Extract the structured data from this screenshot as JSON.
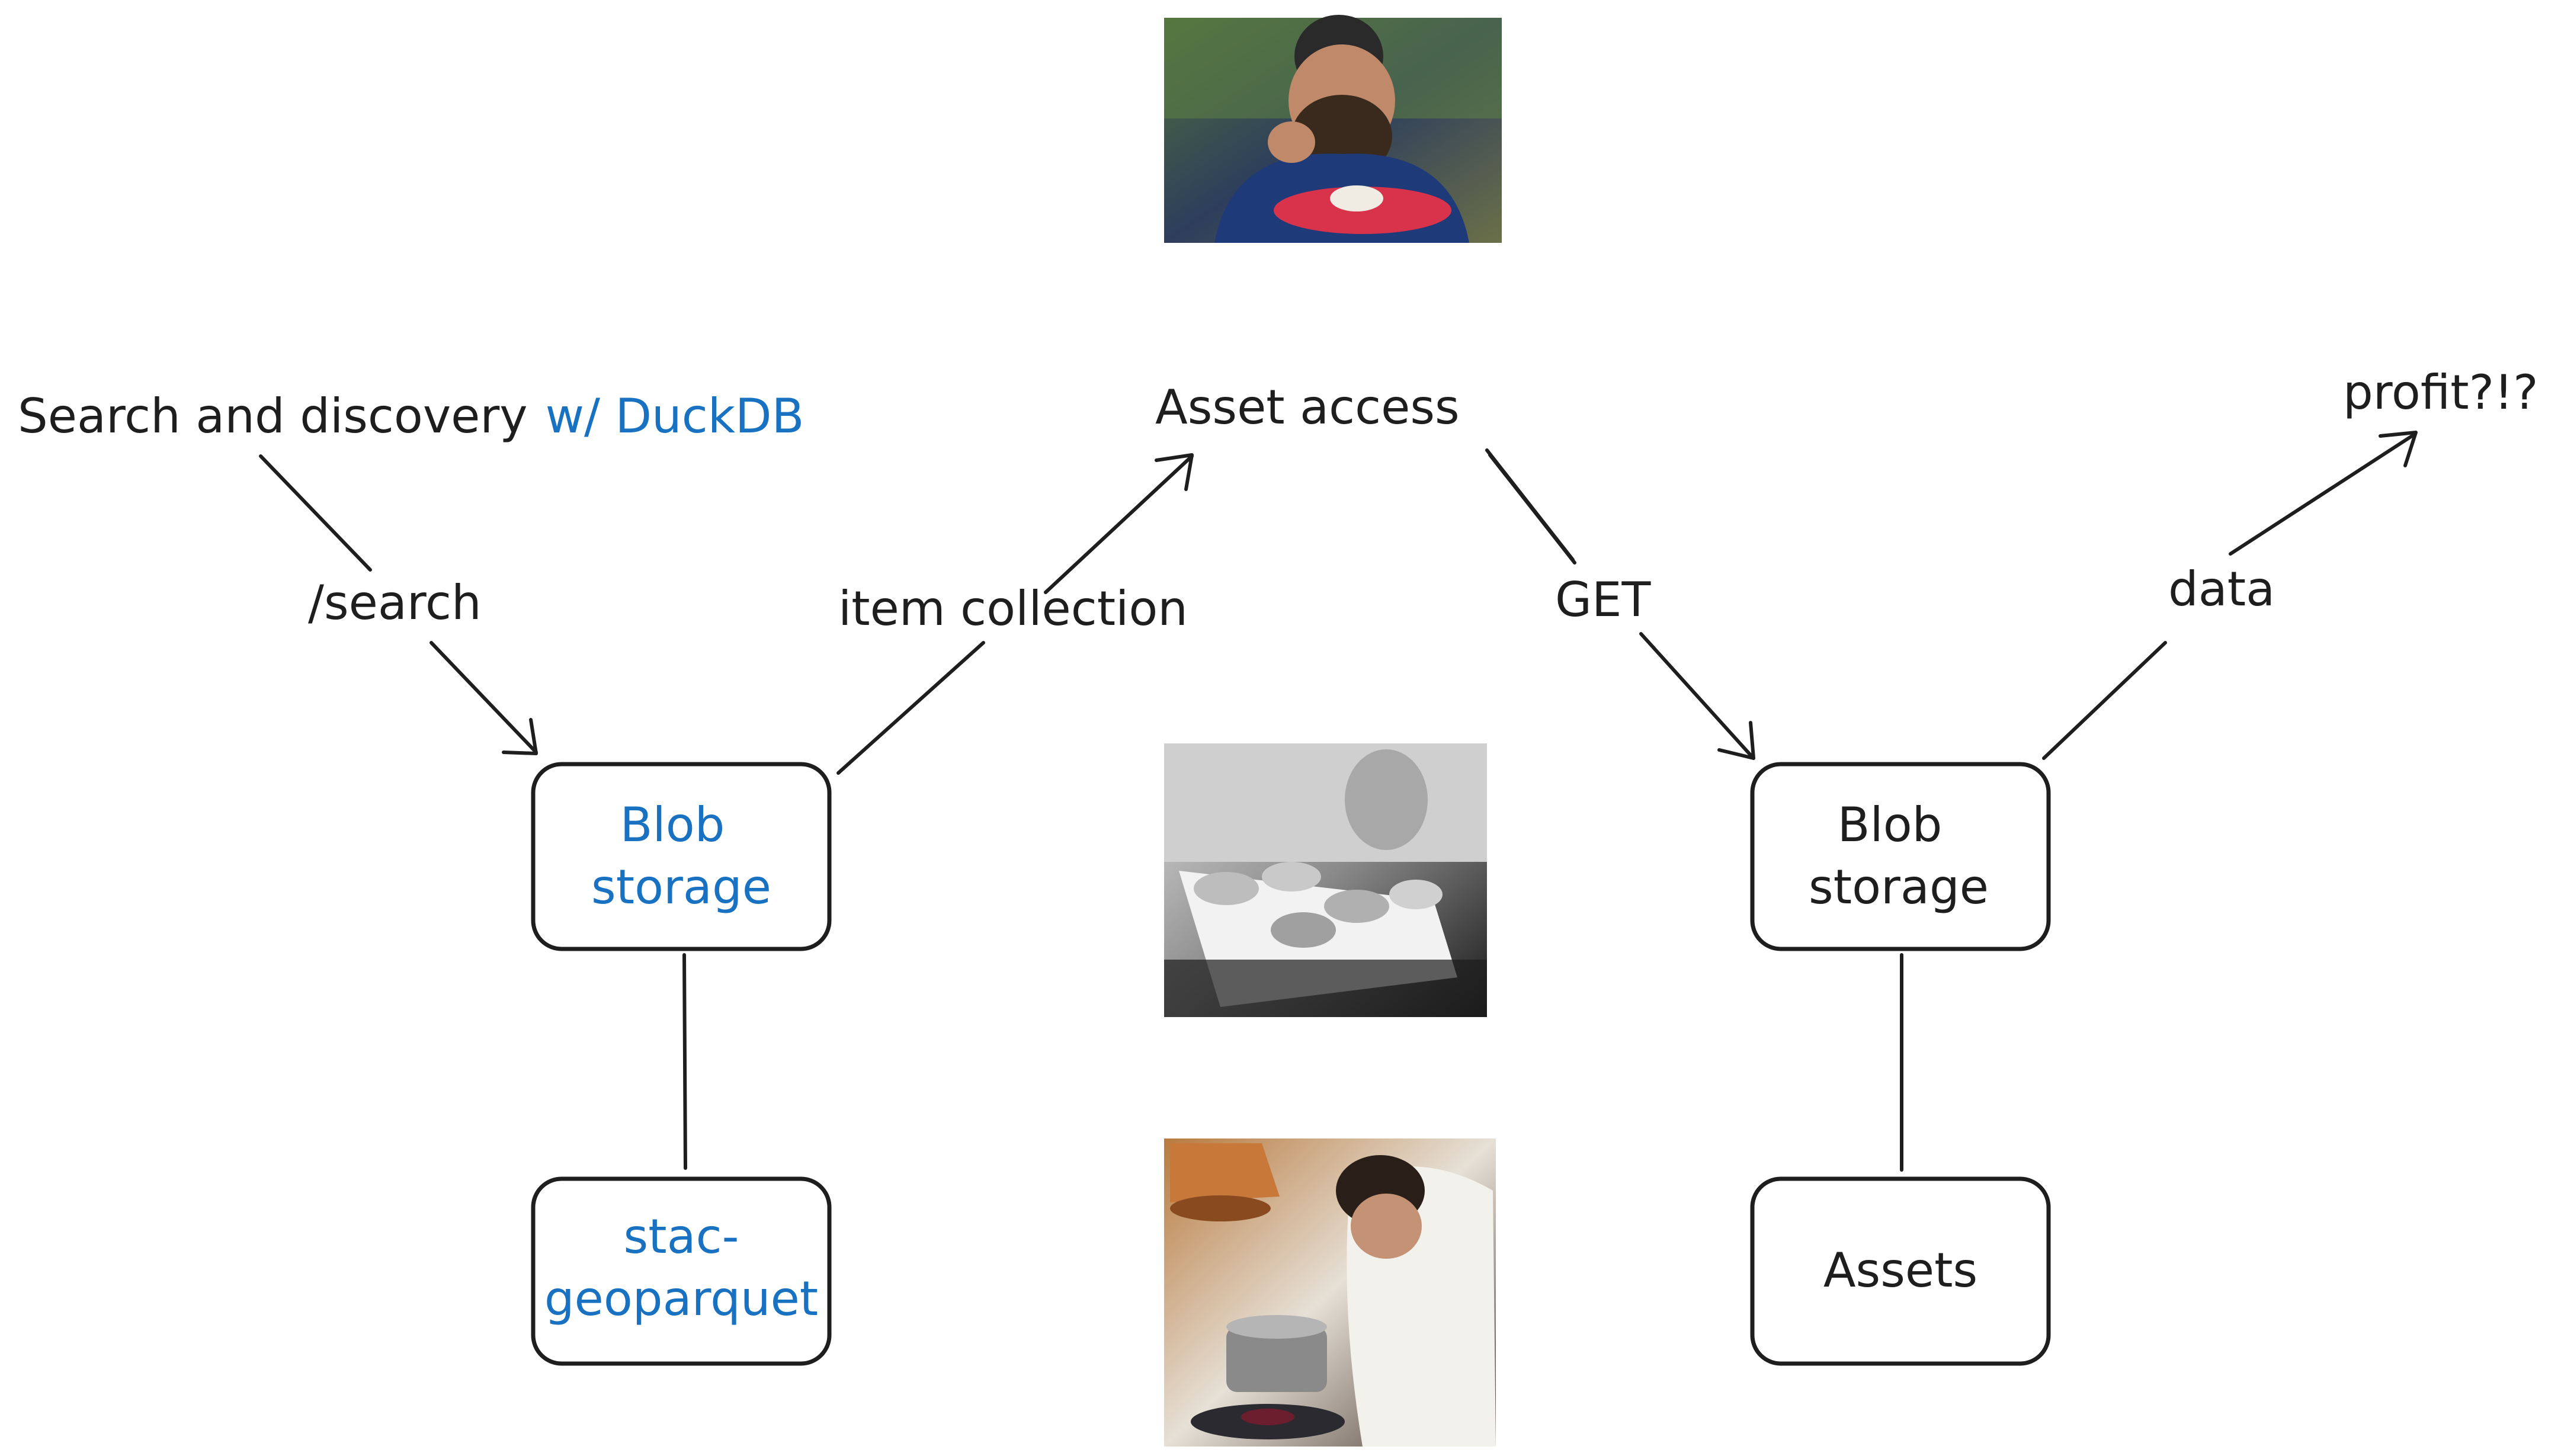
{
  "colors": {
    "ink": "#1e1e1e",
    "accent_blue": "#1971c2",
    "background": "#ffffff"
  },
  "labels": {
    "search_discovery": "Search and discovery",
    "with_duckdb": "w/ DuckDB",
    "asset_access": "Asset access",
    "profit": "profit?!?",
    "search_edge": "/search",
    "item_collection_edge": "item collection",
    "get_edge": "GET",
    "data_edge": "data"
  },
  "nodes": {
    "blob_storage_left": [
      "Blob",
      "storage"
    ],
    "stac_geoparquet": [
      "stac-",
      "geoparquet"
    ],
    "blob_storage_right": [
      "Blob",
      "storage"
    ],
    "assets": [
      "Assets"
    ]
  },
  "photos": {
    "top": "photo-man-eating",
    "middle": "photo-vintage-chef-with-dishes",
    "bottom": "photo-chef-cooking"
  }
}
